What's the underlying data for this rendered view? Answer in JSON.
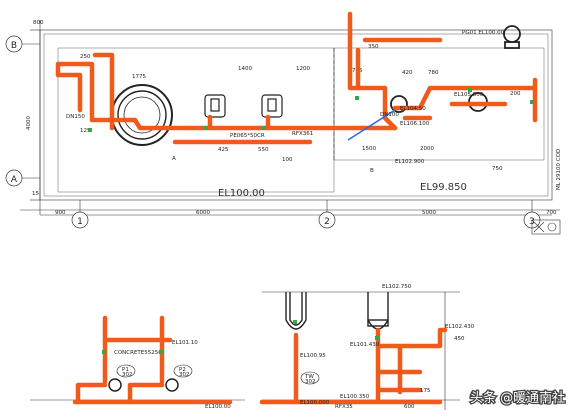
{
  "grid": {
    "rows": [
      "B",
      "A"
    ],
    "cols": [
      "1",
      "2",
      "3"
    ]
  },
  "dimensions": {
    "top": [
      "1775",
      "1400",
      "1200",
      "775",
      "420",
      "780"
    ],
    "bottom_spans": [
      "900",
      "6000",
      "5000",
      "700"
    ],
    "left": [
      "800",
      "4000",
      "15"
    ],
    "misc": [
      "1500",
      "2000",
      "750",
      "550",
      "425",
      "100",
      "250",
      "125",
      "350",
      "200"
    ]
  },
  "elevations": {
    "main": "EL100.00",
    "secondary": "EL99.850",
    "right_vertical": "ML 29100 COD",
    "labels": [
      "EL102.900",
      "EL101.10",
      "EL100.95",
      "EL100.000",
      "EL102.750",
      "EL100.350",
      "EL101.430",
      "EL102.430",
      "EL105.800",
      "EL106.100",
      "EL104.50"
    ]
  },
  "tags": {
    "pumps": [
      "P1",
      "P2",
      "TW"
    ],
    "pump_numbers": [
      "302",
      "302",
      "302"
    ],
    "concrete": "CONCRETE55250",
    "pipes": [
      "DN150",
      "DN100",
      "PE065*50CR",
      "RFX361",
      "RFX35",
      "PG01 EL100.00"
    ]
  },
  "section_dims": [
    "450",
    "600",
    "175"
  ],
  "markers": [
    "A",
    "B"
  ],
  "watermark": "头条 @暖通南社"
}
